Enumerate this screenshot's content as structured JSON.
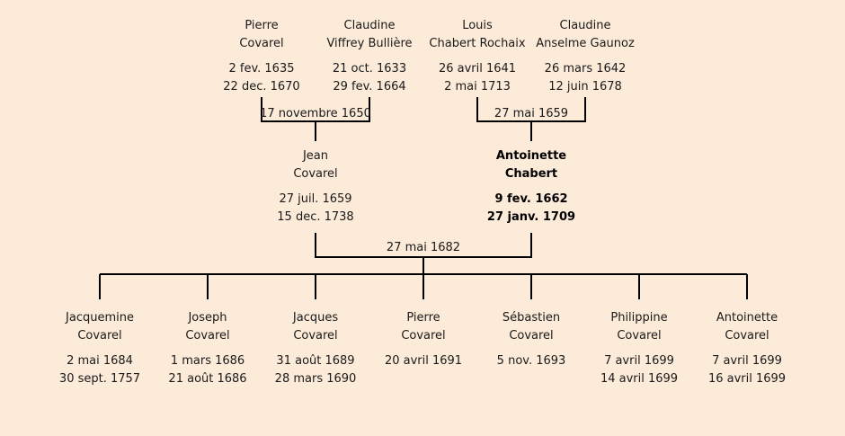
{
  "grandparents": [
    {
      "first": "Pierre",
      "last": "Covarel",
      "birth": "2 fev. 1635",
      "death": "22 dec. 1670"
    },
    {
      "first": "Claudine",
      "last": "Viffrey Bullière",
      "birth": "21 oct. 1633",
      "death": "29 fev. 1664"
    },
    {
      "first": "Louis",
      "last": "Chabert Rochaix",
      "birth": "26 avril 1641",
      "death": "2 mai 1713"
    },
    {
      "first": "Claudine",
      "last": "Anselme Gaunoz",
      "birth": "26 mars 1642",
      "death": "12 juin 1678"
    }
  ],
  "grandparent_marriages": [
    "17 novembre 1650",
    "27 mai 1659"
  ],
  "parents": [
    {
      "first": "Jean",
      "last": "Covarel",
      "birth": "27 juil. 1659",
      "death": "15 dec. 1738",
      "highlight": false
    },
    {
      "first": "Antoinette",
      "last": "Chabert",
      "birth": "9 fev. 1662",
      "death": "27 janv. 1709",
      "highlight": true
    }
  ],
  "parent_marriage": "27 mai 1682",
  "children": [
    {
      "first": "Jacquemine",
      "last": "Covarel",
      "birth": "2 mai 1684",
      "death": "30 sept. 1757"
    },
    {
      "first": "Joseph",
      "last": "Covarel",
      "birth": "1 mars 1686",
      "death": "21 août 1686"
    },
    {
      "first": "Jacques",
      "last": "Covarel",
      "birth": "31 août 1689",
      "death": "28 mars 1690"
    },
    {
      "first": "Pierre",
      "last": "Covarel",
      "birth": "20 avril 1691",
      "death": ""
    },
    {
      "first": "Sébastien",
      "last": "Covarel",
      "birth": "5 nov. 1693",
      "death": ""
    },
    {
      "first": "Philippine",
      "last": "Covarel",
      "birth": "7 avril 1699",
      "death": "14 avril 1699"
    },
    {
      "first": "Antoinette",
      "last": "Covarel",
      "birth": "7 avril 1699",
      "death": "16 avril 1699"
    }
  ],
  "colors": {
    "background": "#fdebd9",
    "line": "#000000",
    "text": "#1a1a1a"
  }
}
